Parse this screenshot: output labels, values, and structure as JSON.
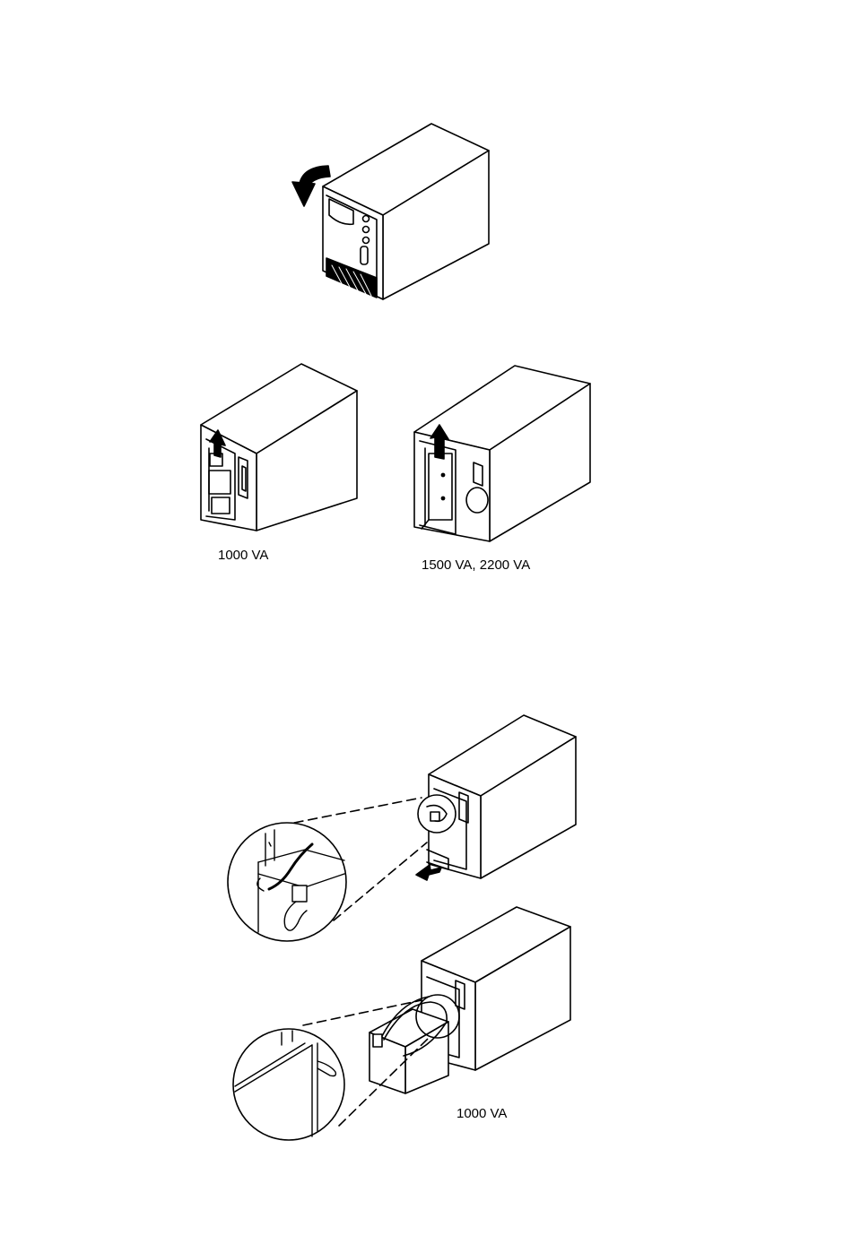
{
  "figure": {
    "labels": {
      "ups_1000_top": "1000 VA",
      "ups_1500_2200": "1500 VA, 2200 VA",
      "ups_1000_bottom": "1000 VA"
    },
    "colors": {
      "line": "#000000",
      "fill": "#ffffff"
    },
    "icons": [
      "curved-arrow-icon",
      "up-arrow-icon",
      "pull-arrow-icon"
    ]
  }
}
